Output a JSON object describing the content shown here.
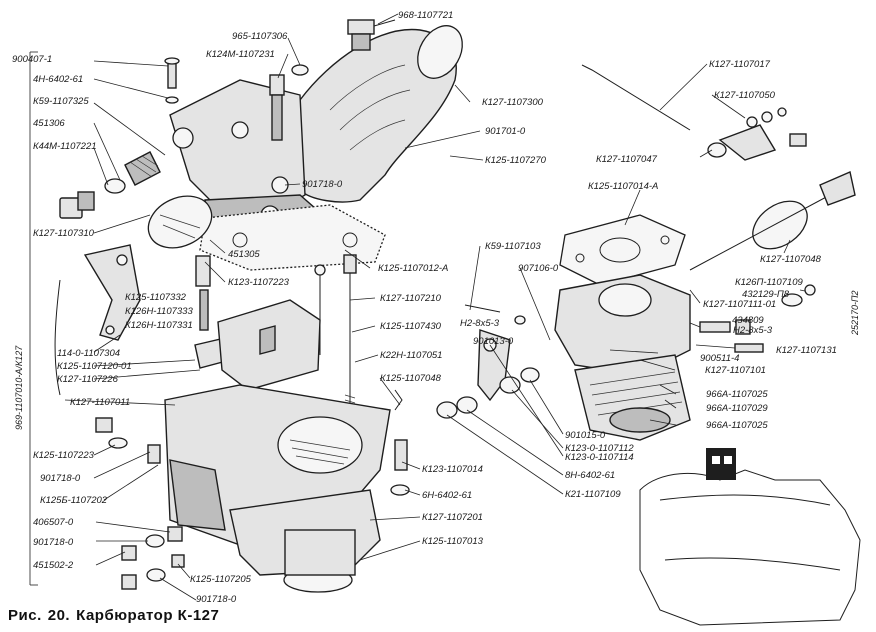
{
  "caption": {
    "prefix": "Рис.",
    "number": "20.",
    "title": "Карбюратор К-127"
  },
  "labels_left": {
    "l1": "900407-1",
    "l2": "4Н-6402-61",
    "l3": "К59-1107325",
    "l4": "451306",
    "l5": "К44М-1107221",
    "l6": "К127-1107310",
    "l7": "К125-1107332",
    "l8": "К126Н-1107333",
    "l9": "К126Н-1107331",
    "l10": "114-0-1107304",
    "l11": "К125-1107120-01",
    "l12": "К127-1107226",
    "l13": "К127-1107011",
    "l14": "К125-1107223",
    "l15": "901718-0",
    "l16": "К125Б-1107202",
    "l17": "406507-0",
    "l18": "901718-0",
    "l19": "451502-2",
    "l20": "901718-0"
  },
  "labels_top": {
    "t1": "965-1107306",
    "t2": "968-1107721",
    "t3": "К124М-1107231",
    "t4": "К127-1107300",
    "t5": "901701-0",
    "t6": "К125-1107270",
    "t7": "901718-0"
  },
  "labels_center": {
    "c1": "451305",
    "c2": "К123-1107223",
    "c3": "К125-1107012-А",
    "c4": "К59-1107103",
    "c5": "907106-0",
    "c6": "К127-1107210",
    "c7": "Н2-8х5-3",
    "c8": "К125-1107430",
    "c9": "901013-0",
    "c10": "К22Н-1107051",
    "c11": "К125-1107048",
    "c12": "901015-0",
    "c13": "К123-0-1107112",
    "c14": "К123-0-1107114",
    "c15": "К123-1107014",
    "c16": "8Н-6402-61",
    "c17": "6Н-6402-61",
    "c18": "К21-1107109",
    "c19": "К127-1107201",
    "c20": "К125-1107205",
    "c21": "К125-1107013"
  },
  "labels_right": {
    "r1": "К127-1107017",
    "r2": "К127-1107050",
    "r3": "К127-1107047",
    "r4": "К125-1107014-А",
    "r5": "К127-1107048",
    "r6": "К126П-1107109",
    "r7": "432129-П8",
    "r8": "252170-П2",
    "r9": "К127-1107111-01",
    "r10": "434809",
    "r11": "Н2-8х5-3",
    "r12": "900511-4",
    "r13": "К127-1107131",
    "r14": "К127-1107101",
    "r15": "966А-1107025",
    "r16": "966А-1107029",
    "r17": "966А-1107025"
  },
  "vertical_label": "969-1107010-А/К127"
}
